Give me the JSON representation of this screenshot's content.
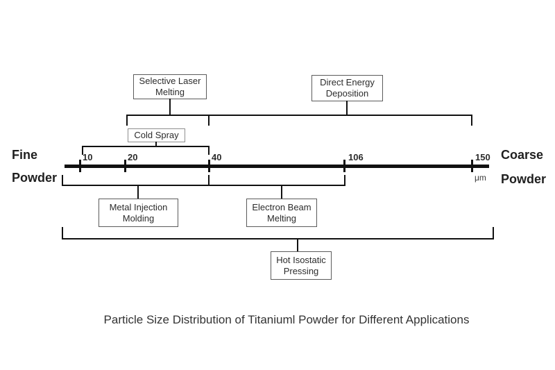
{
  "diagram": {
    "caption": "Particle Size Distribution of Titaniuml Powder for Different Applications",
    "axis": {
      "unit": "μm",
      "left_end": {
        "line1": "Fine",
        "line2": "Powder"
      },
      "right_end": {
        "line1": "Coarse",
        "line2": "Powder"
      },
      "ticks": [
        {
          "label": "10",
          "value_um": 10
        },
        {
          "label": "20",
          "value_um": 20
        },
        {
          "label": "40",
          "value_um": 40
        },
        {
          "label": "106",
          "value_um": 106
        },
        {
          "label": "150",
          "value_um": 150
        }
      ]
    },
    "applications": [
      {
        "id": "selective-laser-melting",
        "lines": [
          "Selective Laser",
          "Melting"
        ],
        "side": "above",
        "range_um": [
          20,
          40
        ]
      },
      {
        "id": "direct-energy-deposition",
        "lines": [
          "Direct Energy",
          "Deposition"
        ],
        "side": "above",
        "range_um": [
          40,
          150
        ]
      },
      {
        "id": "cold-spray",
        "lines": [
          "Cold Spray"
        ],
        "side": "above",
        "range_um": [
          10,
          40
        ]
      },
      {
        "id": "metal-injection-molding",
        "lines": [
          "Metal Injection",
          "Molding"
        ],
        "side": "below",
        "range_um": [
          0,
          40
        ]
      },
      {
        "id": "electron-beam-melting",
        "lines": [
          "Electron Beam",
          "Melting"
        ],
        "side": "below",
        "range_um": [
          40,
          106
        ]
      },
      {
        "id": "hot-isostatic-pressing",
        "lines": [
          "Hot Isostatic",
          "Pressing"
        ],
        "side": "below",
        "range_um": [
          0,
          150
        ]
      }
    ],
    "colors": {
      "line": "#111111",
      "text": "#2b2b2b",
      "box_border": "#5a5a5a",
      "cold_spray_border": "#8e8e8e",
      "background": "#ffffff"
    }
  }
}
